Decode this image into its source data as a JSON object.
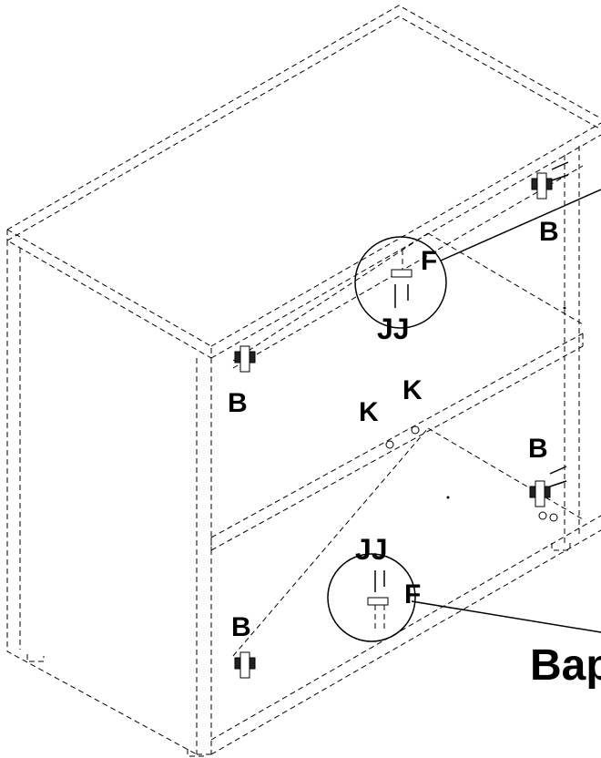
{
  "labels": {
    "B": "B",
    "F": "F",
    "K": "K",
    "JJ": "JJ",
    "callout": "Bap"
  }
}
